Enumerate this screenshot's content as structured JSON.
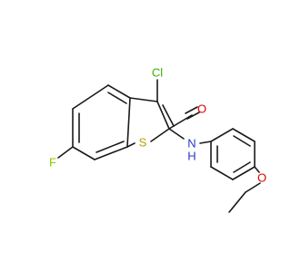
{
  "molecule": {
    "atoms": {
      "cl": {
        "label": "Cl",
        "color": "#3cb000"
      },
      "o_carbonyl": {
        "label": "O",
        "color": "#e00000"
      },
      "nh": {
        "label": "N",
        "h": "H",
        "color": "#2a37c8"
      },
      "s": {
        "label": "S",
        "color": "#b8a000"
      },
      "f": {
        "label": "F",
        "color": "#8ec800"
      },
      "o_ether": {
        "label": "O",
        "color": "#e00000"
      }
    }
  }
}
